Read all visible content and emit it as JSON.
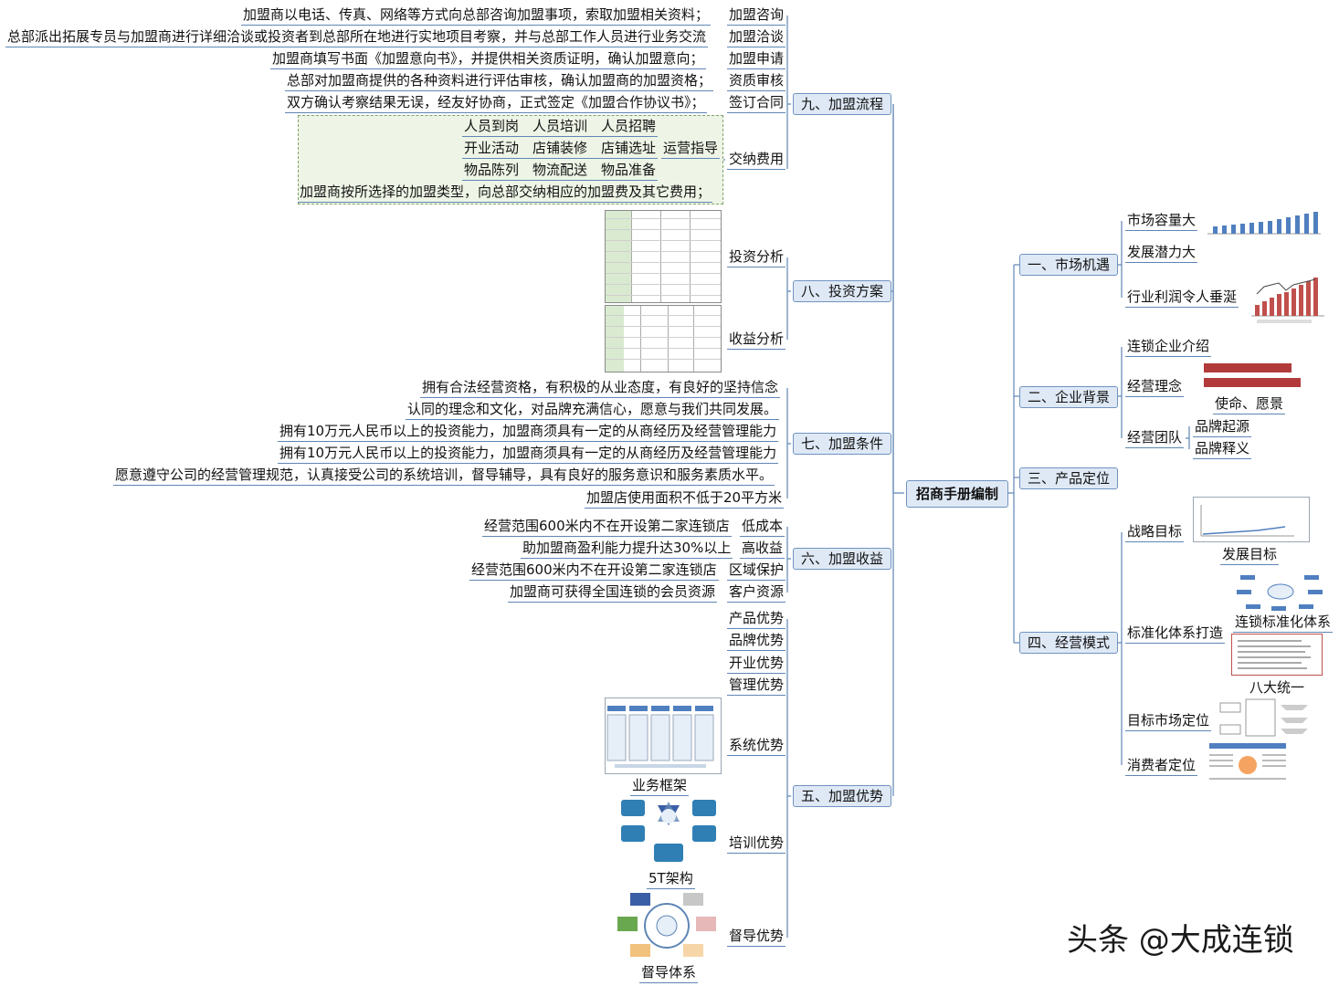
{
  "root": "招商手册编制",
  "watermark": "头条 @大成连锁",
  "left": {
    "s9": {
      "title": "九、加盟流程",
      "items": [
        {
          "label": "加盟咨询",
          "desc": "加盟商以电话、传真、网络等方式向总部咨询加盟事项，索取加盟相关资料；"
        },
        {
          "label": "加盟洽谈",
          "desc": "总部派出拓展专员与加盟商进行详细洽谈或投资者到总部所在地进行实地项目考察，并与总部工作人员进行业务交流"
        },
        {
          "label": "加盟申请",
          "desc": "加盟商填写书面《加盟意向书》，并提供相关资质证明，确认加盟意向；"
        },
        {
          "label": "资质审核",
          "desc": "总部对加盟商提供的各种资料进行评估审核，确认加盟商的加盟资格；"
        },
        {
          "label": "签订合同",
          "desc": "双方确认考察结果无误，经友好协商，正式签定《加盟合作协议书》；"
        }
      ],
      "fee": {
        "label": "交纳费用",
        "ops_label": "运营指导",
        "ops_rows": [
          "人员到岗　人员培训　人员招聘",
          "开业活动　店铺装修　店铺选址",
          "物品陈列　物流配送　物品准备"
        ],
        "desc": "加盟商按所选择的加盟类型，向总部交纳相应的加盟费及其它费用；"
      }
    },
    "s8": {
      "title": "八、投资方案",
      "items": [
        "投资分析",
        "收益分析"
      ]
    },
    "s7": {
      "title": "七、加盟条件",
      "items": [
        "拥有合法经营资格，有积极的从业态度，有良好的坚持信念",
        "认同的理念和文化，对品牌充满信心，愿意与我们共同发展。",
        "拥有10万元人民币以上的投资能力，加盟商须具有一定的从商经历及经营管理能力",
        "拥有10万元人民币以上的投资能力，加盟商须具有一定的从商经历及经营管理能力",
        "愿意遵守公司的经营管理规范，认真接受公司的系统培训，督导辅导，具有良好的服务意识和服务素质水平。",
        "加盟店使用面积不低于20平方米"
      ]
    },
    "s6": {
      "title": "六、加盟收益",
      "items": [
        {
          "label": "低成本",
          "desc": "经营范围600米内不在开设第二家连锁店"
        },
        {
          "label": "高收益",
          "desc": "助加盟商盈利能力提升达30%以上"
        },
        {
          "label": "区域保护",
          "desc": "经营范围600米内不在开设第二家连锁店"
        },
        {
          "label": "客户资源",
          "desc": "加盟商可获得全国连锁的会员资源"
        }
      ]
    },
    "s5": {
      "title": "五、加盟优势",
      "items": [
        "产品优势",
        "品牌优势",
        "开业优势",
        "管理优势",
        "系统优势",
        "培训优势",
        "督导优势"
      ],
      "captions": [
        "业务框架",
        "5T架构",
        "督导体系"
      ]
    }
  },
  "right": {
    "s1": {
      "title": "一、市场机遇",
      "items": [
        "市场容量大",
        "发展潜力大",
        "行业利润令人垂涎"
      ]
    },
    "s2": {
      "title": "二、企业背景",
      "items": [
        "连锁企业介绍",
        "经营理念",
        "经营团队"
      ],
      "mission": "使命、愿景",
      "team": [
        "品牌起源",
        "品牌释义"
      ]
    },
    "s3": {
      "title": "三、产品定位"
    },
    "s4": {
      "title": "四、经营模式",
      "items": [
        "战略目标",
        "标准化体系打造",
        "目标市场定位",
        "消费者定位"
      ],
      "sub": [
        "发展目标",
        "连锁标准化体系",
        "八大统一"
      ]
    }
  },
  "colors": {
    "line": "#5f86b5",
    "node_fill": "#dfe9f6",
    "green_box": "#eef5e6",
    "bar_blue": "#4f7fbf",
    "bar_red": "#b23a3a"
  }
}
